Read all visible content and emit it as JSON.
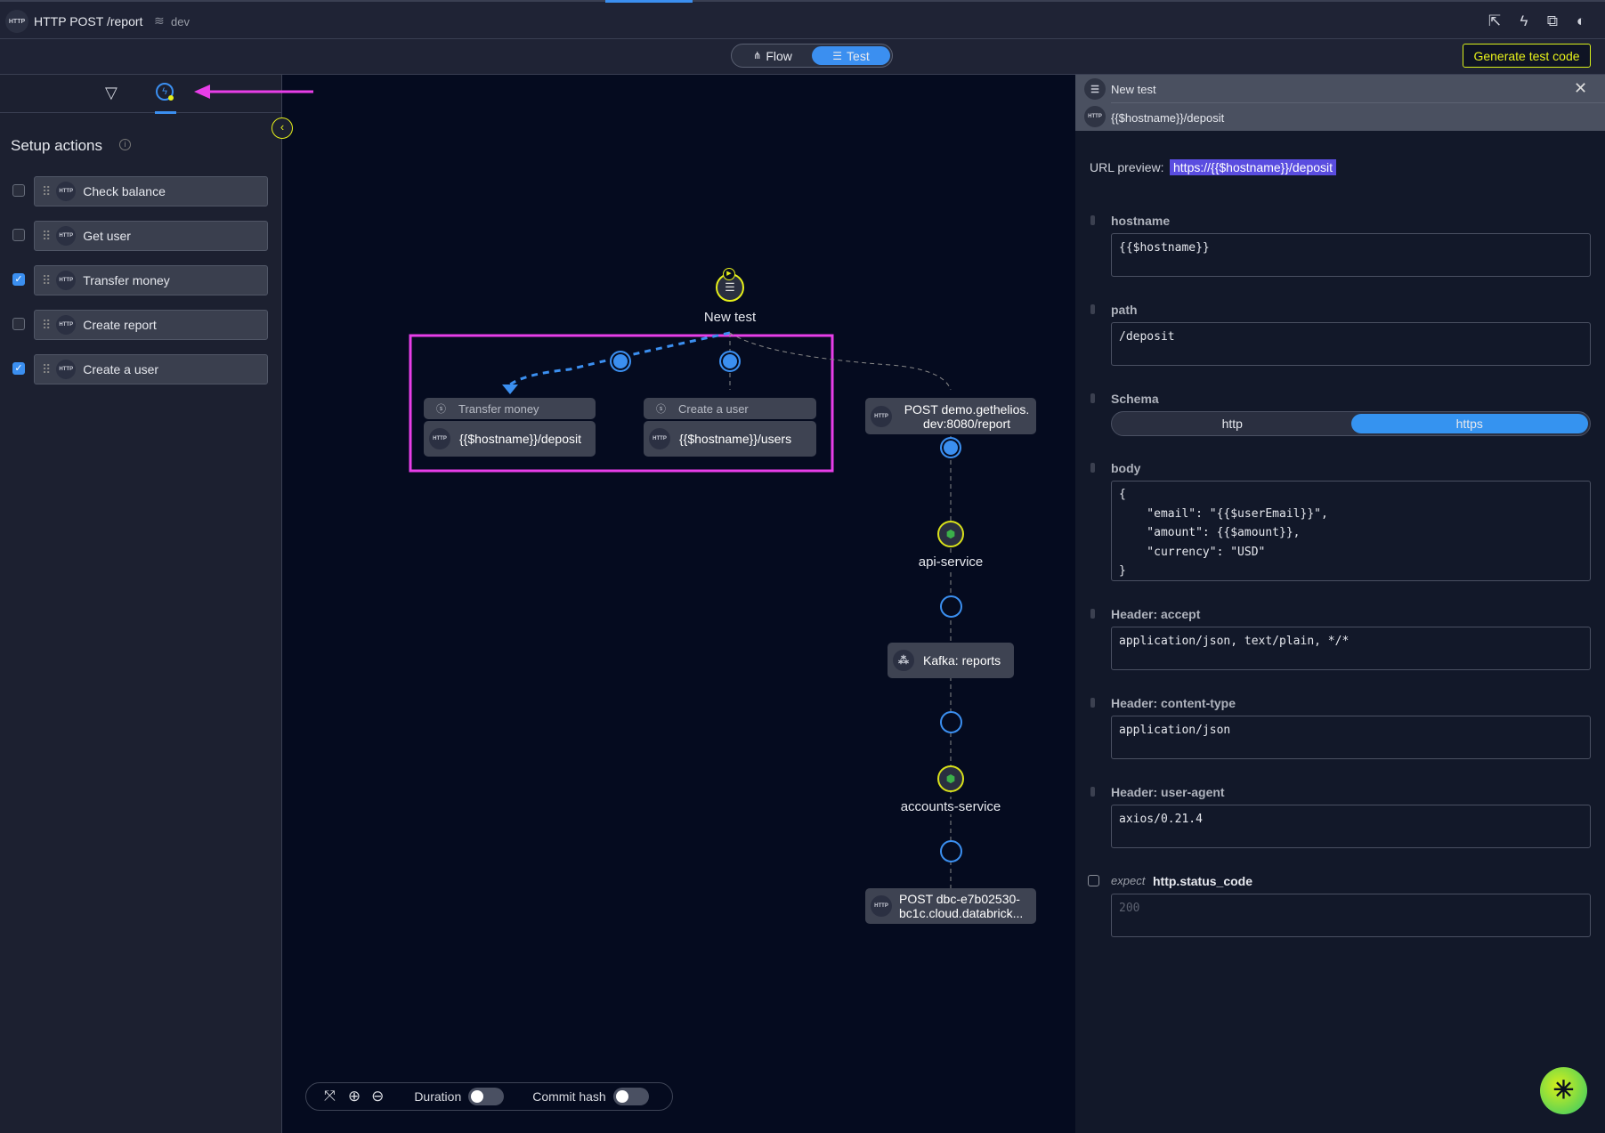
{
  "header": {
    "http_badge": "HTTP",
    "title": "HTTP POST /report",
    "env": "dev",
    "icons": [
      "share-icon",
      "bolt-icon",
      "copy-icon",
      "theme-toggle-icon"
    ]
  },
  "view_toggle": {
    "options": [
      "Flow",
      "Test"
    ],
    "selected": "Test"
  },
  "generate_button": "Generate test code",
  "left_panel": {
    "title": "Setup actions",
    "items": [
      {
        "label": "Check balance",
        "checked": false
      },
      {
        "label": "Get user",
        "checked": false
      },
      {
        "label": "Transfer money",
        "checked": true
      },
      {
        "label": "Create report",
        "checked": false
      },
      {
        "label": "Create a user",
        "checked": true
      }
    ]
  },
  "canvas": {
    "root": "New test",
    "setup_nodes": [
      {
        "title": "Transfer money",
        "url": "{{$hostname}}/deposit"
      },
      {
        "title": "Create a user",
        "url": "{{$hostname}}/users"
      }
    ],
    "report_node": "POST demo.gethelios. dev:8080/report",
    "api_service": "api-service",
    "kafka": "Kafka:  reports",
    "accounts_service": "accounts-service",
    "databricks_node": "POST dbc-e7b02530- bc1c.cloud.databrick..."
  },
  "toolbar": {
    "duration": "Duration",
    "commit_hash": "Commit hash",
    "duration_on": false,
    "commit_hash_on": false
  },
  "right_panel": {
    "breadcrumb": [
      "New test",
      "{{$hostname}}/deposit"
    ],
    "url_preview_label": "URL preview:",
    "url_preview": "https://{{$hostname}}/deposit",
    "fields": {
      "hostname": {
        "label": "hostname",
        "value": "{{$hostname}}"
      },
      "path": {
        "label": "path",
        "value": "/deposit"
      },
      "schema": {
        "label": "Schema",
        "options": [
          "http",
          "https"
        ],
        "selected": "https"
      },
      "body": {
        "label": "body",
        "value": "{\n    \"email\": \"{{$userEmail}}\",\n    \"amount\": {{$amount}},\n    \"currency\": \"USD\"\n}"
      },
      "accept": {
        "label": "Header: accept",
        "value": "application/json, text/plain, */*"
      },
      "content_type": {
        "label": "Header: content-type",
        "value": "application/json"
      },
      "user_agent": {
        "label": "Header: user-agent",
        "value": "axios/0.21.4"
      }
    },
    "expect": {
      "prefix": "expect",
      "label": "http.status_code",
      "placeholder": "200"
    }
  },
  "colors": {
    "accent": "#3b8ff0",
    "highlight": "#e83ee8",
    "yellow": "#e6f01a"
  }
}
